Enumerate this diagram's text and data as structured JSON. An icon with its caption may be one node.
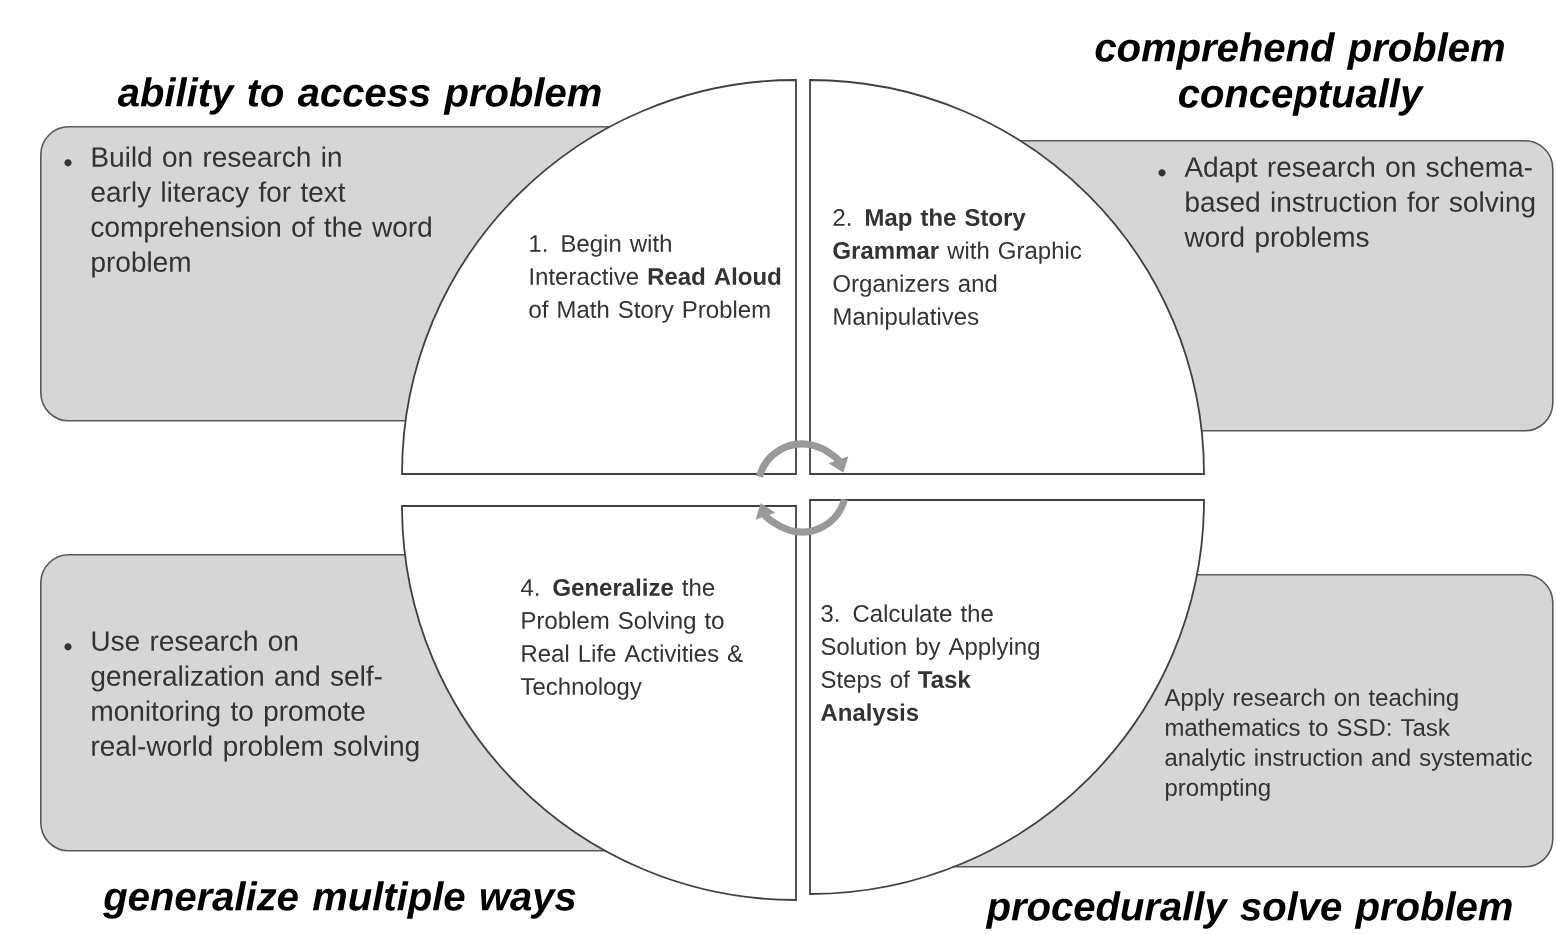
{
  "diagram": {
    "nodes": [
      {
        "text": [
          "ability to access problem",
          "Build on research in early literacy for text comprehension of the word problem"
        ]
      },
      {
        "text": [
          "1. Begin with Interactive **Read Aloud** of Math Story Problem"
        ]
      },
      {
        "text": [
          "2. **Map the Story Grammar** with Graphic Organizers and Manipulatives"
        ]
      },
      {
        "text": [
          "comprehend problem conceptually",
          "Adapt research on schema-based instruction for solving word problems"
        ]
      },
      {
        "text": [
          "Use research on generalization and self-monitoring to promote real-world problem solving",
          "generalize multiple ways"
        ]
      },
      {
        "text": [
          "4. **Generalize** the Problem Solving to Real Life Activities & Technology"
        ]
      },
      {
        "text": [
          "3. Calculate the Solution by Applying Steps of **Task Analysis**"
        ]
      },
      {
        "text": [
          "Apply research on teaching mathematics to SSD: Task analytic instruction and systematic prompting",
          "procedurally solve problem"
        ]
      }
    ],
    "edges": [
      {
        "from": 1,
        "to": 2,
        "arrow": "to"
      },
      {
        "from": 6,
        "to": 5,
        "arrow": "to"
      }
    ]
  }
}
